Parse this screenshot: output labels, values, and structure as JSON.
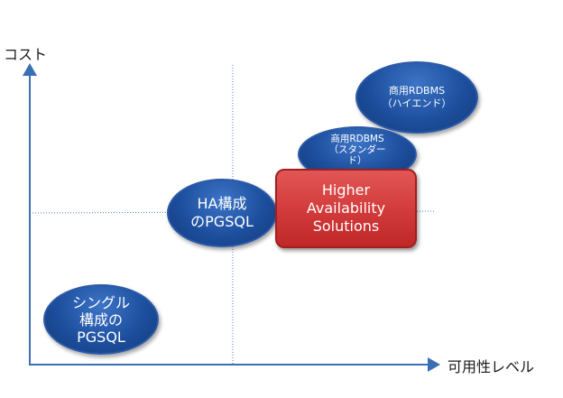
{
  "axes": {
    "y_label": "コスト",
    "x_label": "可用性レベル"
  },
  "nodes": {
    "single_pgsql": "シングル\n構成の\nPGSQL",
    "ha_pgsql": "HA構成\nのPGSQL",
    "commercial_standard": "商用RDBMS\n（スタンダー\nド）",
    "commercial_high_end": "商用RDBMS\n（ハイエンド）",
    "high_availability_solutions": "Higher\nAvailability\nSolutions"
  },
  "colors": {
    "axis": "#3a6fb5",
    "ellipse_fill": "#1d4f9e",
    "highlight_fill": "#d33c3c"
  }
}
